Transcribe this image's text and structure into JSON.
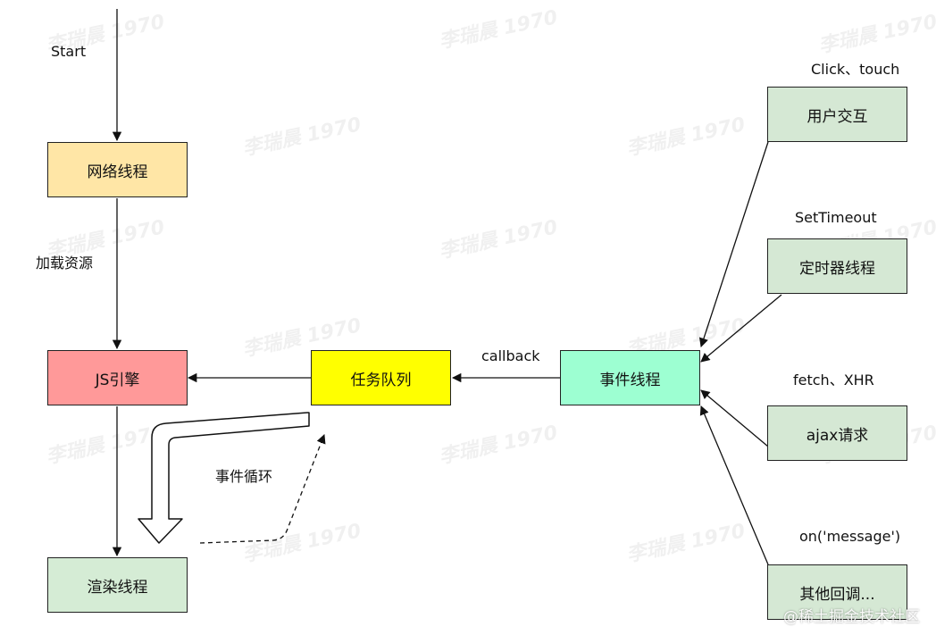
{
  "nodes": {
    "network_thread": "网络线程",
    "js_engine": "JS引擎",
    "render_thread": "渲染线程",
    "task_queue": "任务队列",
    "event_thread": "事件线程",
    "user_interaction": "用户交互",
    "timer_thread": "定时器线程",
    "ajax_request": "ajax请求",
    "other_callbacks": "其他回调..."
  },
  "edge_labels": {
    "start": "Start",
    "load_resources": "加载资源",
    "callback": "callback",
    "event_loop": "事件循环",
    "click_touch": "Click、touch",
    "set_timeout": "SetTimeout",
    "fetch_xhr": "fetch、XHR",
    "on_message": "on('message')"
  },
  "colors": {
    "network_thread": "#ffe6a6",
    "js_engine": "#ff9999",
    "render_thread": "#d5ecd5",
    "task_queue": "#ffff00",
    "event_thread": "#9dffd2",
    "sources": "#d5e8d4"
  },
  "watermark": {
    "text": "李瑞晨 1970",
    "footer": "@稀土掘金技术社区"
  }
}
